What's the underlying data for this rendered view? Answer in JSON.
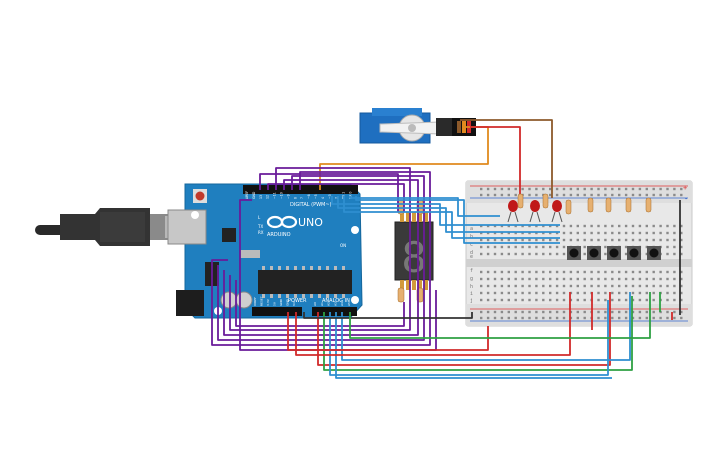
{
  "arduino": {
    "brand": "ARDUINO",
    "model": "UNO",
    "digital_label": "DIGITAL (PWM~)",
    "power_label": "POWER",
    "analog_label": "ANALOG IN",
    "digital_pins": [
      "AREF",
      "GND",
      "13",
      "12",
      "~11",
      "~10",
      "~9",
      "8",
      "7",
      "~6",
      "~5",
      "4",
      "~3",
      "2",
      "TX 1",
      "RX 0"
    ],
    "analog_pins": [
      "A0",
      "A1",
      "A2",
      "A3",
      "A4",
      "A5"
    ],
    "power_pins": [
      "IOREF",
      "RESET",
      "3.3V",
      "5V",
      "GND",
      "GND",
      "Vin"
    ],
    "indicator_labels": [
      "L",
      "TX",
      "RX",
      "ON"
    ]
  },
  "breadboard": {
    "row_letters_top": [
      "a",
      "b",
      "c",
      "d",
      "e"
    ],
    "row_letters_bottom": [
      "f",
      "g",
      "h",
      "i",
      "j"
    ],
    "rail_plus": "+",
    "rail_minus": "-"
  },
  "seven_segment": {
    "digit": "8"
  },
  "colors": {
    "wire_purple": "#6a1b9a",
    "wire_orange": "#e08a1e",
    "wire_blue": "#2f8fd0",
    "wire_red": "#d12a2a",
    "wire_green": "#2ea043",
    "wire_brown": "#8d5a2b",
    "wire_black": "#333333",
    "arduino_board": "#1f7fbf",
    "breadboard": "#e8e8e8",
    "led_red": "#c01818"
  }
}
